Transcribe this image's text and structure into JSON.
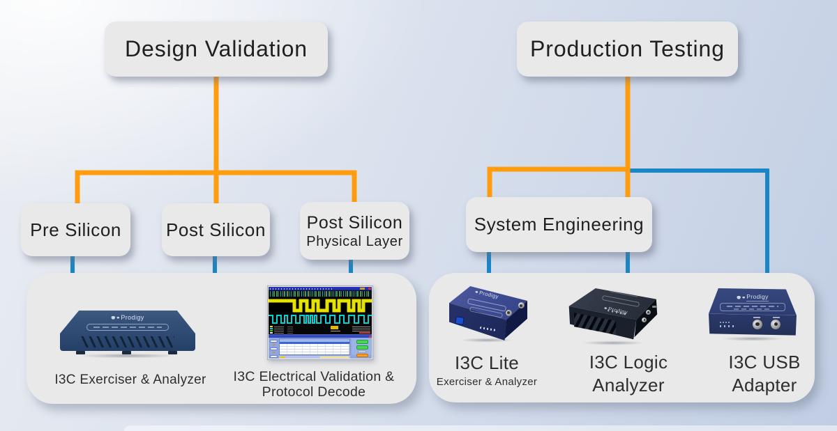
{
  "background": {
    "gradient_from": "#F0F2F6",
    "gradient_to": "#C5D1E5"
  },
  "palette": {
    "orange_line": "#FF9D0E",
    "blue_line": "#1B86C5",
    "node_fill": "#E9E9E9",
    "text": "#262626"
  },
  "nodes": {
    "design_validation": {
      "label": "Design Validation"
    },
    "production_testing": {
      "label": "Production Testing"
    },
    "pre_silicon": {
      "label": "Pre Silicon"
    },
    "post_silicon": {
      "label": "Post Silicon"
    },
    "post_silicon_physical": {
      "line1": "Post Silicon",
      "line2": "Physical Layer"
    },
    "system_engineering": {
      "label": "System Engineering"
    }
  },
  "products": {
    "exerciser": {
      "label": "I3C Exerciser & Analyzer",
      "brand": "Prodigy"
    },
    "electrical": {
      "line1": "I3C Electrical Validation &",
      "line2": "Protocol Decode"
    },
    "lite": {
      "label": "I3C Lite",
      "sublabel": "Exerciser & Analyzer",
      "brand": "Prodigy"
    },
    "logic": {
      "line1": "I3C Logic",
      "line2": "Analyzer",
      "brand": "Prodigy"
    },
    "usb": {
      "line1": "I3C USB",
      "line2": "Adapter",
      "brand": "Prodigy"
    }
  }
}
